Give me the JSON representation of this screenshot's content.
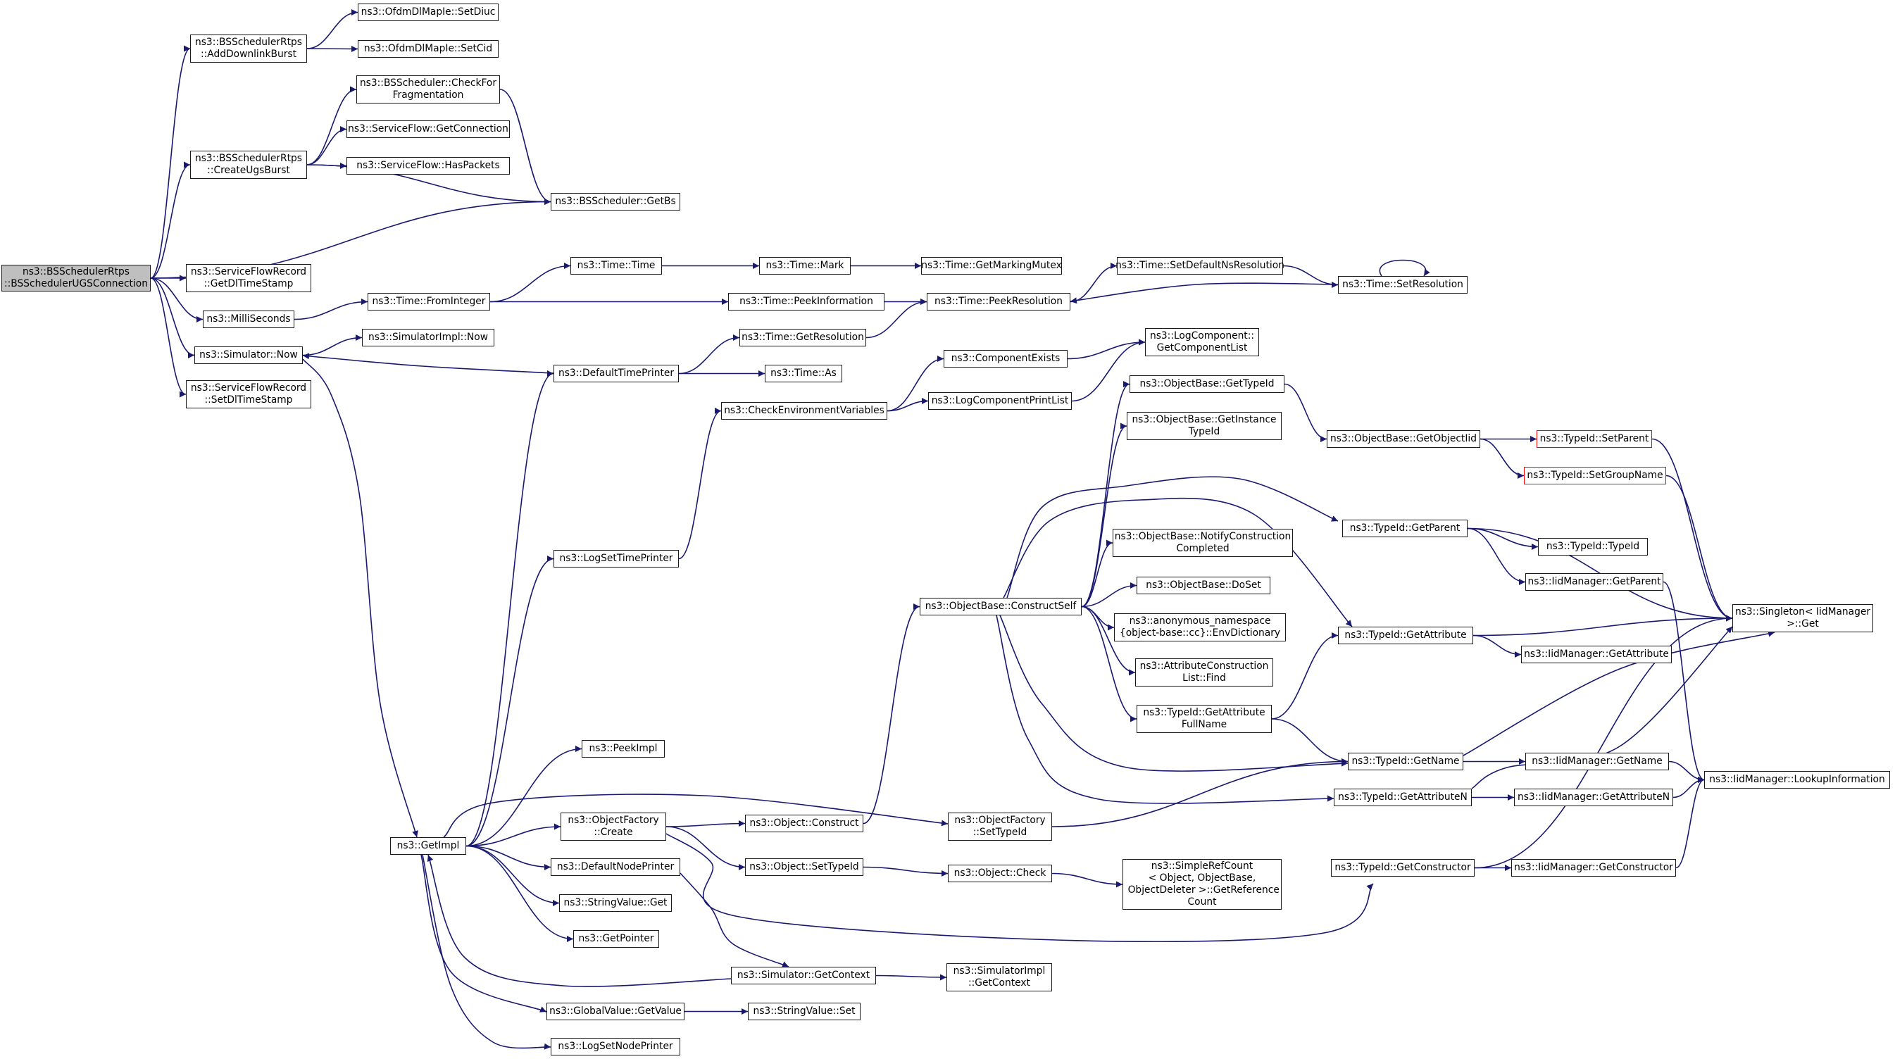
{
  "diagram": {
    "root": "n_root",
    "colors": {
      "edge": "#191970",
      "node_border": "#1a1a1a",
      "root_fill": "#bfbfbf",
      "truncated_border": "#ff0000"
    },
    "nodes": [
      {
        "id": "n_root",
        "label": "ns3::BSSchedulerRtps\n::BSSchedulerUGSConnection"
      },
      {
        "id": "n_adl",
        "label": "ns3::BSSchedulerRtps\n::AddDownlinkBurst"
      },
      {
        "id": "n_setdiuc",
        "label": "ns3::OfdmDlMapIe::SetDiuc"
      },
      {
        "id": "n_setcid",
        "label": "ns3::OfdmDlMapIe::SetCid"
      },
      {
        "id": "n_ugs",
        "label": "ns3::BSSchedulerRtps\n::CreateUgsBurst"
      },
      {
        "id": "n_chkfrag",
        "label": "ns3::BSScheduler::CheckFor\nFragmentation"
      },
      {
        "id": "n_getconn",
        "label": "ns3::ServiceFlow::GetConnection"
      },
      {
        "id": "n_haspk",
        "label": "ns3::ServiceFlow::HasPackets"
      },
      {
        "id": "n_getbs",
        "label": "ns3::BSScheduler::GetBs"
      },
      {
        "id": "n_getdl",
        "label": "ns3::ServiceFlowRecord\n::GetDlTimeStamp"
      },
      {
        "id": "n_milli",
        "label": "ns3::MilliSeconds"
      },
      {
        "id": "n_fromint",
        "label": "ns3::Time::FromInteger"
      },
      {
        "id": "n_time",
        "label": "ns3::Time::Time"
      },
      {
        "id": "n_mark",
        "label": "ns3::Time::Mark"
      },
      {
        "id": "n_getmark",
        "label": "ns3::Time::GetMarkingMutex"
      },
      {
        "id": "n_peekinfo",
        "label": "ns3::Time::PeekInformation"
      },
      {
        "id": "n_peekres",
        "label": "ns3::Time::PeekResolution"
      },
      {
        "id": "n_setdefns",
        "label": "ns3::Time::SetDefaultNsResolution"
      },
      {
        "id": "n_setres",
        "label": "ns3::Time::SetResolution"
      },
      {
        "id": "n_simnow",
        "label": "ns3::Simulator::Now"
      },
      {
        "id": "n_simimplnow",
        "label": "ns3::SimulatorImpl::Now"
      },
      {
        "id": "n_setdl",
        "label": "ns3::ServiceFlowRecord\n::SetDlTimeStamp"
      },
      {
        "id": "n_deftp",
        "label": "ns3::DefaultTimePrinter"
      },
      {
        "id": "n_getres",
        "label": "ns3::Time::GetResolution"
      },
      {
        "id": "n_as",
        "label": "ns3::Time::As"
      },
      {
        "id": "n_compex",
        "label": "ns3::ComponentExists"
      },
      {
        "id": "n_getcomplist",
        "label": "ns3::LogComponent::\nGetComponentList"
      },
      {
        "id": "n_chkenv",
        "label": "ns3::CheckEnvironmentVariables"
      },
      {
        "id": "n_logcpl",
        "label": "ns3::LogComponentPrintList"
      },
      {
        "id": "n_logstp",
        "label": "ns3::LogSetTimePrinter"
      },
      {
        "id": "n_gettid",
        "label": "ns3::ObjectBase::GetTypeId"
      },
      {
        "id": "n_getinst",
        "label": "ns3::ObjectBase::GetInstance\nTypeId"
      },
      {
        "id": "n_getoiid",
        "label": "ns3::ObjectBase::GetObjectIid"
      },
      {
        "id": "n_setparent",
        "label": "ns3::TypeId::SetParent",
        "truncated": true
      },
      {
        "id": "n_setgroup",
        "label": "ns3::TypeId::SetGroupName",
        "truncated": true
      },
      {
        "id": "n_tgetparent",
        "label": "ns3::TypeId::GetParent"
      },
      {
        "id": "n_typeid",
        "label": "ns3::TypeId::TypeId"
      },
      {
        "id": "n_notify",
        "label": "ns3::ObjectBase::NotifyConstruction\nCompleted"
      },
      {
        "id": "n_doset",
        "label": "ns3::ObjectBase::DoSet"
      },
      {
        "id": "n_iidgetparent",
        "label": "ns3::IidManager::GetParent"
      },
      {
        "id": "n_constructself",
        "label": "ns3::ObjectBase::ConstructSelf"
      },
      {
        "id": "n_envdict",
        "label": "ns3::anonymous_namespace\n{object-base::cc}::EnvDictionary"
      },
      {
        "id": "n_tgetattr",
        "label": "ns3::TypeId::GetAttribute"
      },
      {
        "id": "n_iidgetattr",
        "label": "ns3::IidManager::GetAttribute"
      },
      {
        "id": "n_singleton",
        "label": "ns3::Singleton< IidManager\n>::Get"
      },
      {
        "id": "n_acfind",
        "label": "ns3::AttributeConstruction\nList::Find"
      },
      {
        "id": "n_getattrfn",
        "label": "ns3::TypeId::GetAttribute\nFullName"
      },
      {
        "id": "n_peekimpl",
        "label": "ns3::PeekImpl"
      },
      {
        "id": "n_tgetname",
        "label": "ns3::TypeId::GetName"
      },
      {
        "id": "n_iidgetname",
        "label": "ns3::IidManager::GetName"
      },
      {
        "id": "n_lookup",
        "label": "ns3::IidManager::LookupInformation"
      },
      {
        "id": "n_tgetattrn",
        "label": "ns3::TypeId::GetAttributeN"
      },
      {
        "id": "n_iidgetattrn",
        "label": "ns3::IidManager::GetAttributeN"
      },
      {
        "id": "n_ofcreate",
        "label": "ns3::ObjectFactory\n::Create"
      },
      {
        "id": "n_objconstruct",
        "label": "ns3::Object::Construct"
      },
      {
        "id": "n_ofsettid",
        "label": "ns3::ObjectFactory\n::SetTypeId"
      },
      {
        "id": "n_getimpl",
        "label": "ns3::GetImpl"
      },
      {
        "id": "n_defnp",
        "label": "ns3::DefaultNodePrinter"
      },
      {
        "id": "n_objsettid",
        "label": "ns3::Object::SetTypeId"
      },
      {
        "id": "n_objcheck",
        "label": "ns3::Object::Check"
      },
      {
        "id": "n_refcount",
        "label": "ns3::SimpleRefCount\n< Object, ObjectBase,\n ObjectDeleter >::GetReference\nCount"
      },
      {
        "id": "n_tgetctor",
        "label": "ns3::TypeId::GetConstructor"
      },
      {
        "id": "n_iidgetctor",
        "label": "ns3::IidManager::GetConstructor"
      },
      {
        "id": "n_svget",
        "label": "ns3::StringValue::Get"
      },
      {
        "id": "n_getptr",
        "label": "ns3::GetPointer"
      },
      {
        "id": "n_simgetctx",
        "label": "ns3::Simulator::GetContext"
      },
      {
        "id": "n_simimplctx",
        "label": "ns3::SimulatorImpl\n::GetContext"
      },
      {
        "id": "n_gvgetvalue",
        "label": "ns3::GlobalValue::GetValue"
      },
      {
        "id": "n_svset",
        "label": "ns3::StringValue::Set"
      },
      {
        "id": "n_logsnp",
        "label": "ns3::LogSetNodePrinter"
      }
    ],
    "edges": [
      [
        "n_root",
        "n_adl"
      ],
      [
        "n_root",
        "n_ugs"
      ],
      [
        "n_root",
        "n_getbs"
      ],
      [
        "n_root",
        "n_getdl"
      ],
      [
        "n_root",
        "n_milli"
      ],
      [
        "n_root",
        "n_simnow"
      ],
      [
        "n_root",
        "n_setdl"
      ],
      [
        "n_adl",
        "n_setdiuc"
      ],
      [
        "n_adl",
        "n_setcid"
      ],
      [
        "n_ugs",
        "n_chkfrag"
      ],
      [
        "n_ugs",
        "n_getconn"
      ],
      [
        "n_ugs",
        "n_haspk"
      ],
      [
        "n_ugs",
        "n_getbs"
      ],
      [
        "n_chkfrag",
        "n_getbs"
      ],
      [
        "n_milli",
        "n_fromint"
      ],
      [
        "n_fromint",
        "n_time"
      ],
      [
        "n_fromint",
        "n_peekinfo"
      ],
      [
        "n_time",
        "n_mark"
      ],
      [
        "n_mark",
        "n_getmark"
      ],
      [
        "n_peekinfo",
        "n_peekres"
      ],
      [
        "n_peekres",
        "n_setdefns"
      ],
      [
        "n_setdefns",
        "n_setres"
      ],
      [
        "n_setres",
        "n_peekres"
      ],
      [
        "n_setres",
        "n_setres"
      ],
      [
        "n_simnow",
        "n_simimplnow"
      ],
      [
        "n_simnow",
        "n_getimpl"
      ],
      [
        "n_deftp",
        "n_simnow"
      ],
      [
        "n_deftp",
        "n_getres"
      ],
      [
        "n_deftp",
        "n_as"
      ],
      [
        "n_getres",
        "n_peekres"
      ],
      [
        "n_chkenv",
        "n_compex"
      ],
      [
        "n_chkenv",
        "n_logcpl"
      ],
      [
        "n_compex",
        "n_getcomplist"
      ],
      [
        "n_logcpl",
        "n_getcomplist"
      ],
      [
        "n_logstp",
        "n_chkenv"
      ],
      [
        "n_getimpl",
        "n_deftp"
      ],
      [
        "n_getimpl",
        "n_logstp"
      ],
      [
        "n_getimpl",
        "n_peekimpl"
      ],
      [
        "n_getimpl",
        "n_ofsettid"
      ],
      [
        "n_getimpl",
        "n_ofcreate"
      ],
      [
        "n_getimpl",
        "n_defnp"
      ],
      [
        "n_getimpl",
        "n_svget"
      ],
      [
        "n_getimpl",
        "n_getptr"
      ],
      [
        "n_getimpl",
        "n_gvgetvalue"
      ],
      [
        "n_getimpl",
        "n_logsnp"
      ],
      [
        "n_simgetctx",
        "n_getimpl"
      ],
      [
        "n_simgetctx",
        "n_simimplctx"
      ],
      [
        "n_defnp",
        "n_simgetctx"
      ],
      [
        "n_gvgetvalue",
        "n_svset"
      ],
      [
        "n_ofcreate",
        "n_objconstruct"
      ],
      [
        "n_ofcreate",
        "n_objsettid"
      ],
      [
        "n_ofcreate",
        "n_tgetctor"
      ],
      [
        "n_objconstruct",
        "n_constructself"
      ],
      [
        "n_objsettid",
        "n_objcheck"
      ],
      [
        "n_objcheck",
        "n_refcount"
      ],
      [
        "n_ofsettid",
        "n_tgetname"
      ],
      [
        "n_constructself",
        "n_gettid"
      ],
      [
        "n_constructself",
        "n_getinst"
      ],
      [
        "n_constructself",
        "n_tgetparent"
      ],
      [
        "n_constructself",
        "n_tgetattr"
      ],
      [
        "n_constructself",
        "n_notify"
      ],
      [
        "n_constructself",
        "n_doset"
      ],
      [
        "n_constructself",
        "n_envdict"
      ],
      [
        "n_constructself",
        "n_acfind"
      ],
      [
        "n_constructself",
        "n_getattrfn"
      ],
      [
        "n_constructself",
        "n_tgetname"
      ],
      [
        "n_constructself",
        "n_tgetattrn"
      ],
      [
        "n_gettid",
        "n_getoiid"
      ],
      [
        "n_getoiid",
        "n_setparent"
      ],
      [
        "n_getoiid",
        "n_setgroup"
      ],
      [
        "n_setparent",
        "n_singleton"
      ],
      [
        "n_setgroup",
        "n_singleton"
      ],
      [
        "n_tgetparent",
        "n_typeid"
      ],
      [
        "n_tgetparent",
        "n_iidgetparent"
      ],
      [
        "n_tgetparent",
        "n_singleton"
      ],
      [
        "n_iidgetparent",
        "n_lookup"
      ],
      [
        "n_tgetattr",
        "n_iidgetattr"
      ],
      [
        "n_tgetattr",
        "n_singleton"
      ],
      [
        "n_getattrfn",
        "n_tgetattr"
      ],
      [
        "n_getattrfn",
        "n_tgetname"
      ],
      [
        "n_tgetname",
        "n_iidgetname"
      ],
      [
        "n_tgetname",
        "n_singleton"
      ],
      [
        "n_iidgetname",
        "n_lookup"
      ],
      [
        "n_tgetattrn",
        "n_iidgetattrn"
      ],
      [
        "n_tgetattrn",
        "n_singleton"
      ],
      [
        "n_iidgetattrn",
        "n_lookup"
      ],
      [
        "n_tgetctor",
        "n_iidgetctor"
      ],
      [
        "n_tgetctor",
        "n_singleton"
      ],
      [
        "n_iidgetctor",
        "n_lookup"
      ]
    ]
  }
}
